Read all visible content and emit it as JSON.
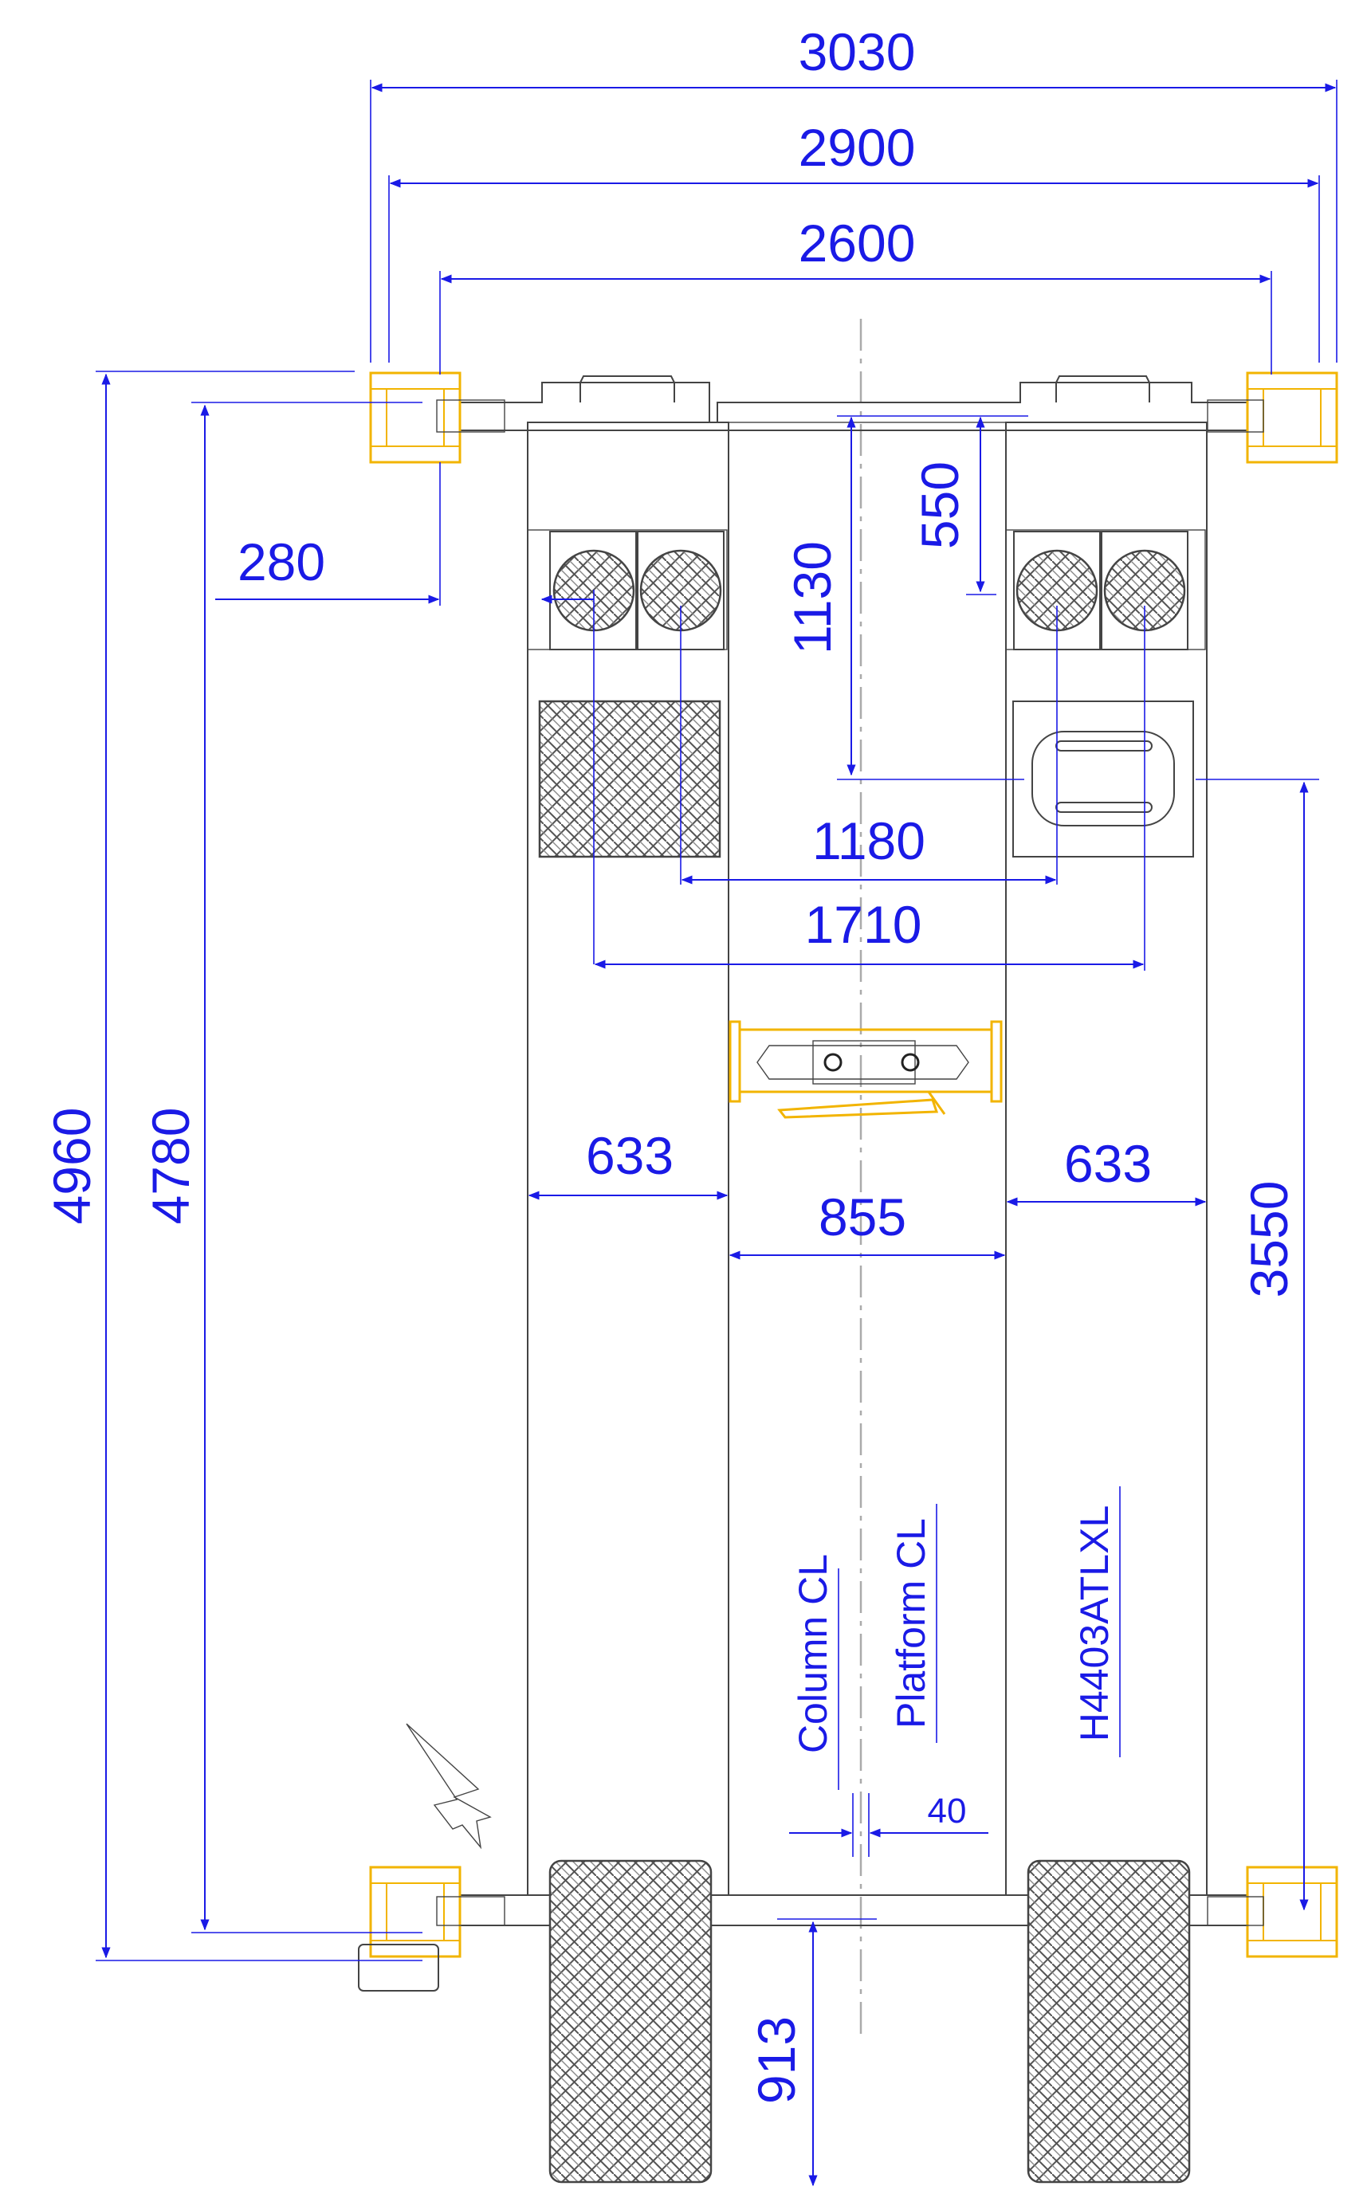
{
  "drawing": {
    "model": "H4403ATLXL",
    "colors": {
      "dimension": "#1a1ae6",
      "post": "#f2b400",
      "outline": "#444444",
      "centerline": "#aaaaaa"
    },
    "labels": {
      "column_cl": "Column CL",
      "platform_cl": "Platform CL"
    },
    "dimensions": {
      "overall_width": "3030",
      "outer_post_width": "2900",
      "inner_post_width": "2600",
      "post_offset": "280",
      "front_to_jack": "1130",
      "beam_offset": "550",
      "turntable_inner": "1180",
      "turntable_outer": "1710",
      "runway_left": "633",
      "runway_right": "633",
      "gap": "855",
      "platform_length": "3550",
      "overall_length": "4960",
      "post_length": "4780",
      "cl_offset": "40",
      "ramp_length": "913"
    }
  }
}
